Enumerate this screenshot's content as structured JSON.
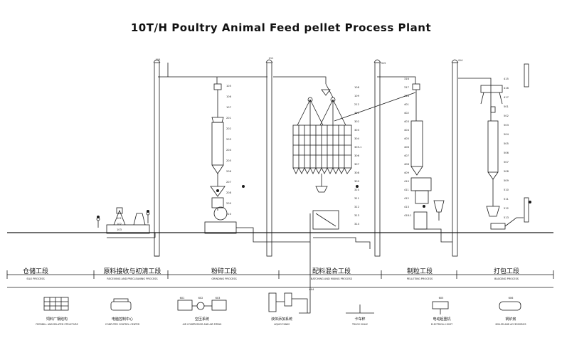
{
  "title": "10T/H Poultry Animal Feed pellet Process Plant",
  "stages": [
    {
      "cn": "仓储工段",
      "en": "SILO PROCESS"
    },
    {
      "cn": "原料接收与初清工段",
      "en": "RECEIVING AND PRECLEANING PROCESS"
    },
    {
      "cn": "粉碎工段",
      "en": "GRINDING PROCESS"
    },
    {
      "cn": "配料混合工段",
      "en": "BATCHING AND MIXING PROCESS"
    },
    {
      "cn": "制粒工段",
      "en": "PELLETING PROCESS"
    },
    {
      "cn": "打包工段",
      "en": "BAGGING PROCESS"
    }
  ],
  "facilities": [
    {
      "cn": "饲料厂钢结构",
      "en": "FEEDMILL AND RELATED STRUCTURE"
    },
    {
      "cn": "电脑控制中心",
      "en": "COMPUTER CONTROL CENTER"
    },
    {
      "cn": "空压系统",
      "en": "AIR COMPRESSOR AND AIR PIPING"
    },
    {
      "cn": "液体添加系统",
      "en": "LIQUID TANKS"
    },
    {
      "cn": "卡车秤",
      "en": "TRUCK SCALE"
    },
    {
      "cn": "电动起重机",
      "en": "ELECTRICAL HOIST"
    },
    {
      "cn": "锅炉房",
      "en": "BOILER AND ACCESSORIES"
    }
  ],
  "facility_numbers": [
    "601",
    "602",
    "603",
    "604",
    "605",
    "606"
  ],
  "elevator_numbers": [
    "104",
    "211",
    "315",
    "414"
  ],
  "equipment_numbers": {
    "receiving": [
      "101",
      "102",
      "103"
    ],
    "grinding": [
      "105",
      "106",
      "107",
      "201",
      "202",
      "203",
      "204",
      "205",
      "206",
      "207",
      "208",
      "209",
      "210"
    ],
    "batching": [
      "108",
      "109",
      "212",
      "301",
      "302",
      "303",
      "304",
      "305-1",
      "306",
      "307",
      "308",
      "309",
      "310",
      "311",
      "312",
      "313",
      "314"
    ],
    "pelleting": [
      "316",
      "317",
      "318",
      "401",
      "402",
      "403",
      "404",
      "405",
      "406",
      "407",
      "408",
      "409",
      "410",
      "411",
      "412",
      "413",
      "418-1"
    ],
    "bagging": [
      "415",
      "416",
      "417",
      "501",
      "502",
      "503",
      "504",
      "505",
      "506",
      "507",
      "508",
      "509",
      "510",
      "511",
      "512",
      "513"
    ]
  },
  "colors": {
    "line": "#1a1a1a",
    "background": "#ffffff"
  }
}
